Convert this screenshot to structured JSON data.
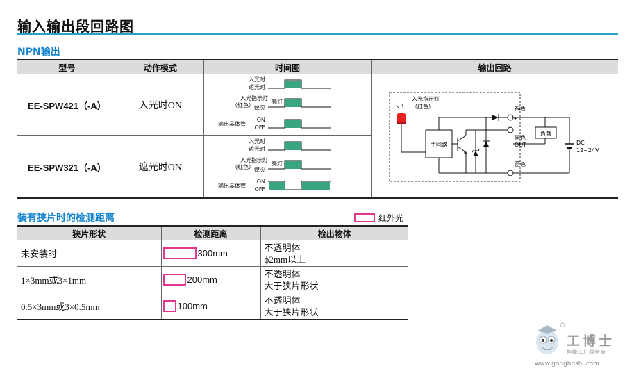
{
  "page_title": "输入输出段回路图",
  "npn_section": {
    "title": "NPN输出",
    "headers": [
      "型号",
      "动作模式",
      "时间图",
      "输出回路"
    ],
    "rows": [
      {
        "model": "EE-SPW421（-A）",
        "mode": "入光时ON"
      },
      {
        "model": "EE-SPW321（-A）",
        "mode": "遮光时ON"
      }
    ],
    "timing": {
      "light_on": "入光时",
      "light_off": "遮光时",
      "indicator": "入光指示灯",
      "indicator_sub": "（红色）",
      "lit": "亮灯",
      "unlit": "熄灭",
      "transistor": "输出晶体管",
      "on": "ON",
      "off": "OFF",
      "fill_color": "#38a682"
    },
    "circuit": {
      "indicator": "入光指示灯",
      "indicator_sub": "（红色）",
      "main_circuit": "主回路",
      "brown": "褐色",
      "black": "黑色",
      "out": "OUT",
      "blue": "蓝色",
      "load": "负载",
      "dc": "DC",
      "voltage": "12~24V",
      "plus": "+",
      "minus": "−"
    }
  },
  "slit_section": {
    "title": "装有狭片时的检测距离",
    "legend": "红外光",
    "legend_color": "#e0378f",
    "headers": [
      "狭片形状",
      "检测距离",
      "检出物体"
    ],
    "rows": [
      {
        "shape": "未安装时",
        "distance": "300mm",
        "beam_fraction": 1.0,
        "object_line1": "不透明体",
        "object_line2": "ϕ2mm以上"
      },
      {
        "shape": "1×3mm或3×1mm",
        "distance": "200mm",
        "beam_fraction": 0.67,
        "object_line1": "不透明体",
        "object_line2": "大于狭片形状"
      },
      {
        "shape": "0.5×3mm或3×0.5mm",
        "distance": "100mm",
        "beam_fraction": 0.33,
        "object_line1": "不透明体",
        "object_line2": "大于狭片形状"
      }
    ]
  },
  "watermark": {
    "name": "工博士",
    "tagline": "智能工厂服务商",
    "url": "www.gongboshi.com"
  }
}
